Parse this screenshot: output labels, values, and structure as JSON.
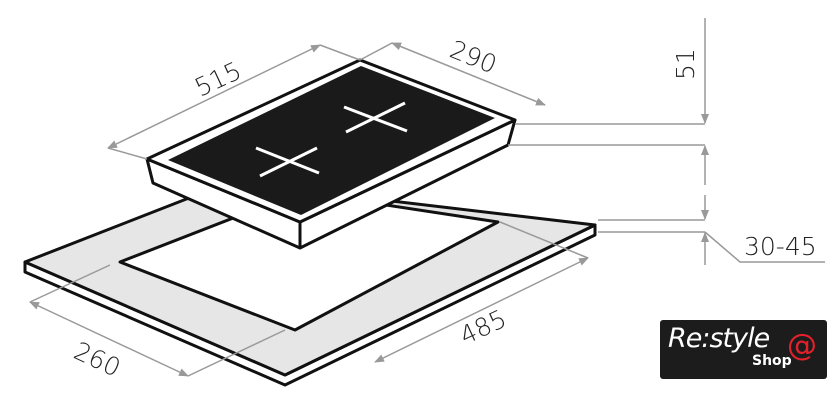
{
  "diagram": {
    "dimensions": {
      "length": "515",
      "width": "290",
      "height": "51",
      "cutout_length": "485",
      "cutout_width": "260",
      "worktop_thickness": "30-45"
    },
    "colors": {
      "glass": "#1a1a1a",
      "worktop": "#e6e6e6",
      "dimension_line": "#999999",
      "logo_accent": "#e3202b"
    }
  },
  "logo": {
    "name": "Re:style",
    "sub": "Shop",
    "symbol": "@"
  }
}
